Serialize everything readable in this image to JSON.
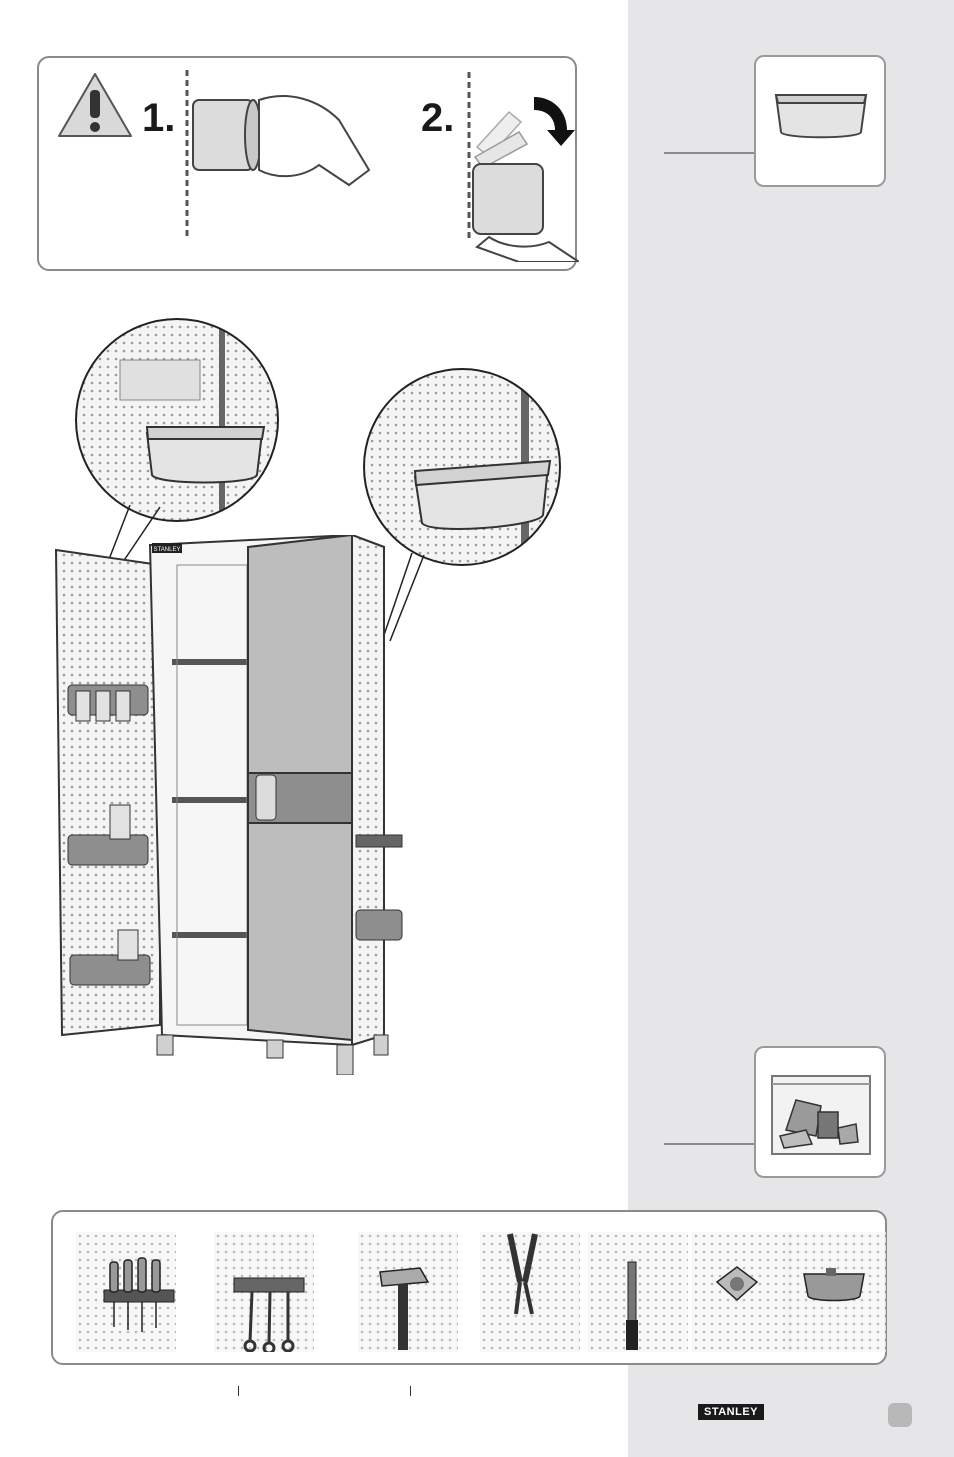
{
  "instruction": {
    "step1_label": "1.",
    "step2_label": "2."
  },
  "brand": {
    "logo_text": "STANLEY",
    "cabinet_badge_text": "STANLEY"
  },
  "icons": {
    "warning": "warning-triangle-icon",
    "push_arrow": "push-arrow-icon",
    "rotate_arrow": "rotate-arrow-icon"
  },
  "tools": [
    {
      "name": "screwdriver-holder"
    },
    {
      "name": "wrench-holder"
    },
    {
      "name": "hammer-hook"
    },
    {
      "name": "pliers-hook"
    },
    {
      "name": "single-hook"
    },
    {
      "name": "tape-holder"
    },
    {
      "name": "small-bin"
    }
  ],
  "colors": {
    "sidebar": "#e6e6e8",
    "border": "#8a8a8a",
    "door_panel": "#bdbdbd",
    "bin": "#8e8e8e"
  }
}
